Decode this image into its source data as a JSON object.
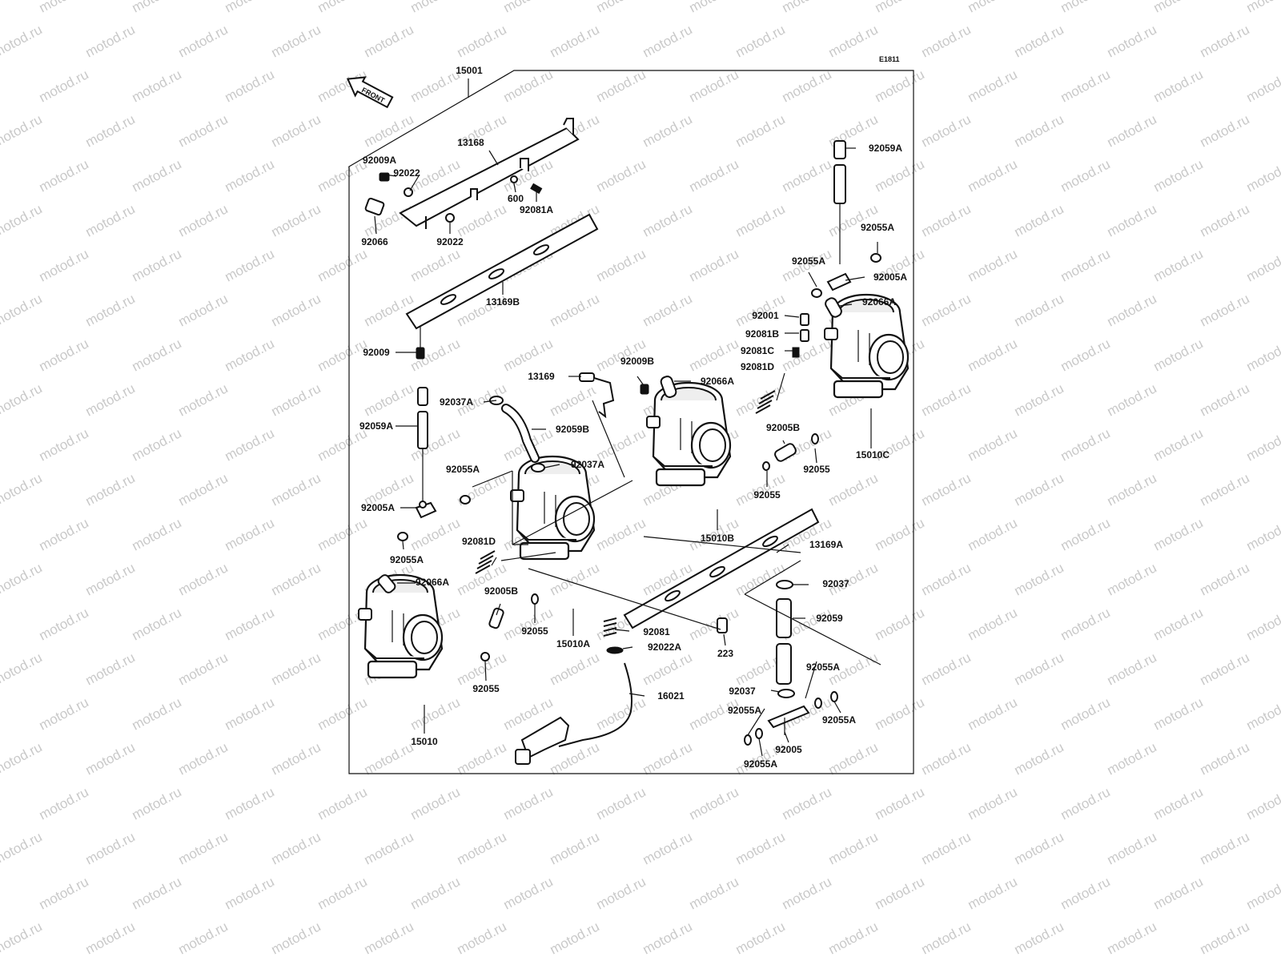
{
  "diagram": {
    "code": "E1811",
    "front_label": "FRONT",
    "watermark": "motod.ru"
  },
  "labels": [
    {
      "id": "15001",
      "text": "15001"
    },
    {
      "id": "13168",
      "text": "13168"
    },
    {
      "id": "92009A",
      "text": "92009A"
    },
    {
      "id": "92022a",
      "text": "92022"
    },
    {
      "id": "600",
      "text": "600"
    },
    {
      "id": "92081A",
      "text": "92081A"
    },
    {
      "id": "92066",
      "text": "92066"
    },
    {
      "id": "92022b",
      "text": "92022"
    },
    {
      "id": "13169B",
      "text": "13169B"
    },
    {
      "id": "92009",
      "text": "92009"
    },
    {
      "id": "92059A_l",
      "text": "92059A"
    },
    {
      "id": "92037A_a",
      "text": "92037A"
    },
    {
      "id": "13169",
      "text": "13169"
    },
    {
      "id": "92009B",
      "text": "92009B"
    },
    {
      "id": "92066A_m",
      "text": "92066A"
    },
    {
      "id": "92059B",
      "text": "92059B"
    },
    {
      "id": "92037A_b",
      "text": "92037A"
    },
    {
      "id": "92055A_l1",
      "text": "92055A"
    },
    {
      "id": "92005A_l",
      "text": "92005A"
    },
    {
      "id": "92055A_l2",
      "text": "92055A"
    },
    {
      "id": "92081D_l",
      "text": "92081D"
    },
    {
      "id": "92066A_l",
      "text": "92066A"
    },
    {
      "id": "92005B_l",
      "text": "92005B"
    },
    {
      "id": "92055_l1",
      "text": "92055"
    },
    {
      "id": "15010A",
      "text": "15010A"
    },
    {
      "id": "92055_l2",
      "text": "92055"
    },
    {
      "id": "15010",
      "text": "15010"
    },
    {
      "id": "92081",
      "text": "92081"
    },
    {
      "id": "92022A",
      "text": "92022A"
    },
    {
      "id": "223",
      "text": "223"
    },
    {
      "id": "16021",
      "text": "16021"
    },
    {
      "id": "15010B",
      "text": "15010B"
    },
    {
      "id": "13169A",
      "text": "13169A"
    },
    {
      "id": "92055_m",
      "text": "92055"
    },
    {
      "id": "92037",
      "text": "92037"
    },
    {
      "id": "92059",
      "text": "92059"
    },
    {
      "id": "92055A_r1",
      "text": "92055A"
    },
    {
      "id": "92037_b",
      "text": "92037"
    },
    {
      "id": "92055A_r2",
      "text": "92055A"
    },
    {
      "id": "92055A_r3",
      "text": "92055A"
    },
    {
      "id": "92005",
      "text": "92005"
    },
    {
      "id": "92055A_r4",
      "text": "92055A"
    },
    {
      "id": "92059A_r",
      "text": "92059A"
    },
    {
      "id": "92055A_r5",
      "text": "92055A"
    },
    {
      "id": "92055A_r6",
      "text": "92055A"
    },
    {
      "id": "92005A_r",
      "text": "92005A"
    },
    {
      "id": "92066A_r",
      "text": "92066A"
    },
    {
      "id": "92001",
      "text": "92001"
    },
    {
      "id": "92081B",
      "text": "92081B"
    },
    {
      "id": "92081C",
      "text": "92081C"
    },
    {
      "id": "92081D_r",
      "text": "92081D"
    },
    {
      "id": "92005B_r",
      "text": "92005B"
    },
    {
      "id": "92055_r",
      "text": "92055"
    },
    {
      "id": "15010C",
      "text": "15010C"
    }
  ]
}
